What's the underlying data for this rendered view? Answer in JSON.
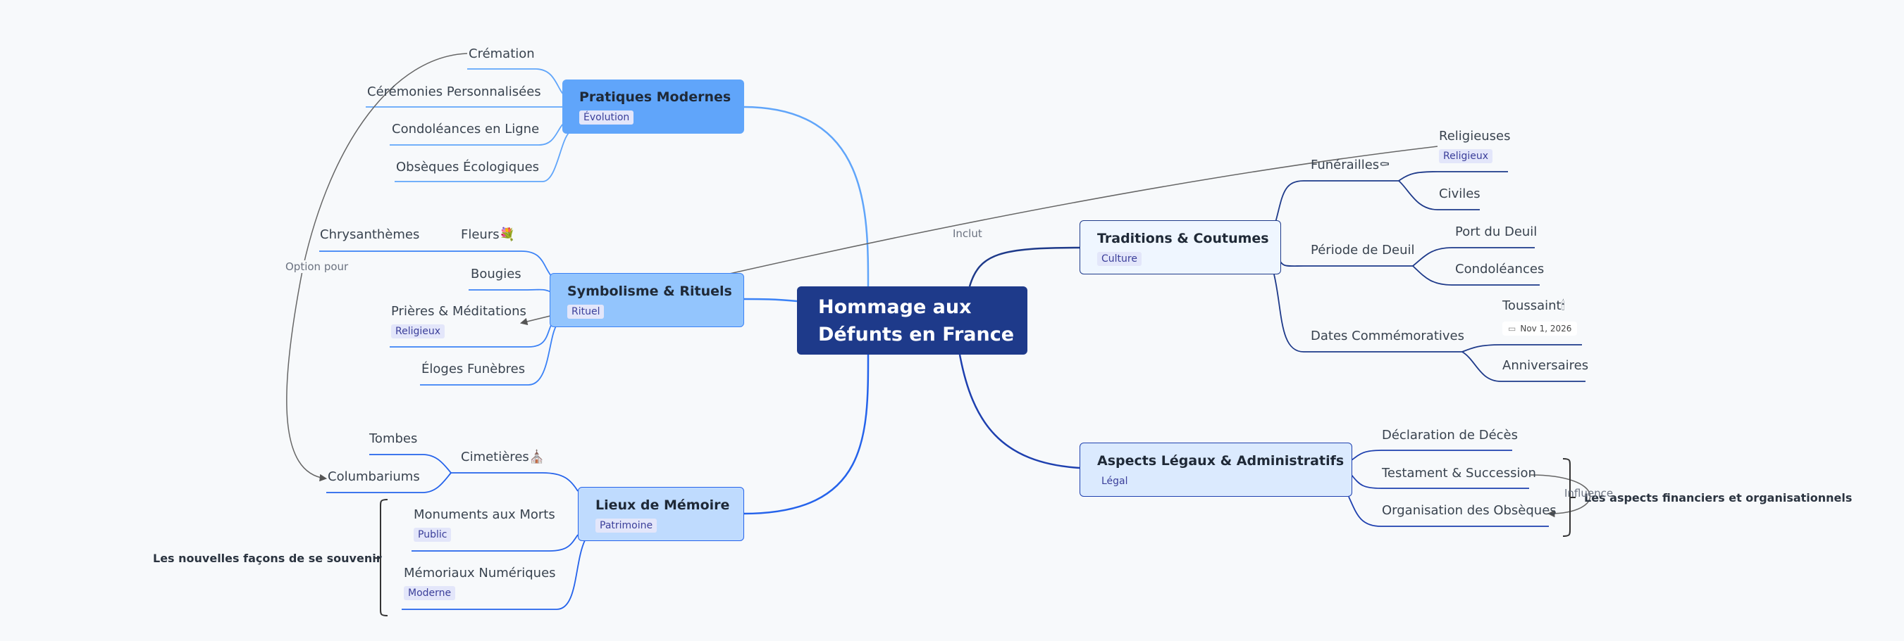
{
  "central": {
    "title_line1": "Hommage aux",
    "title_line2": "Défunts en France"
  },
  "branches": {
    "pratiques": {
      "title": "Pratiques Modernes",
      "tag": "Évolution",
      "leaves": [
        "Crémation",
        "Cérémonies Personnalisées",
        "Condoléances en Ligne",
        "Obsèques Écologiques"
      ]
    },
    "symbolisme": {
      "title": "Symbolisme & Rituels",
      "tag": "Rituel",
      "fleurs": "Fleurs💐",
      "chrysanthemes": "Chrysanthèmes",
      "bougies": "Bougies",
      "prieres": "Prières & Méditations",
      "prieres_tag": "Religieux",
      "eloges": "Éloges Funèbres"
    },
    "lieux": {
      "title": "Lieux de Mémoire",
      "tag": "Patrimoine",
      "cimetieres": "Cimetières⛪",
      "tombes": "Tombes",
      "columbariums": "Columbariums",
      "monuments": "Monuments aux Morts",
      "monuments_tag": "Public",
      "memoriaux": "Mémoriaux Numériques",
      "memoriaux_tag": "Moderne",
      "summary": "Les nouvelles façons de se souvenir"
    },
    "traditions": {
      "title": "Traditions & Coutumes",
      "tag": "Culture",
      "funerailles": "Funérailles⚰",
      "religieuses": "Religieuses",
      "religieuses_tag": "Religieux",
      "civiles": "Civiles",
      "periode": "Période de Deuil",
      "port": "Port du Deuil",
      "condoleances": "Condoléances",
      "dates": "Dates Commémoratives",
      "toussaint": "Toussaint🕯",
      "toussaint_date": "Nov 1, 2026",
      "anniversaires": "Anniversaires"
    },
    "aspects": {
      "title": "Aspects Légaux & Administratifs",
      "tag": "Légal",
      "declaration": "Déclaration de Décès",
      "testament": "Testament & Succession",
      "organisation": "Organisation des Obsèques",
      "summary": "Les aspects financiers et organisationnels"
    }
  },
  "relations": {
    "option_pour": "Option pour",
    "inclut": "Inclut",
    "influence": "Influence"
  },
  "colors": {
    "central": "#1e3a8a",
    "pratiques": "#60a5fa",
    "symbolisme": "#93c5fd",
    "lieux": "#bfdbfe",
    "traditions": "#eff6ff",
    "aspects": "#dbeafe",
    "line_dark": "#1e3a8a",
    "line_mid": "#2563eb"
  }
}
